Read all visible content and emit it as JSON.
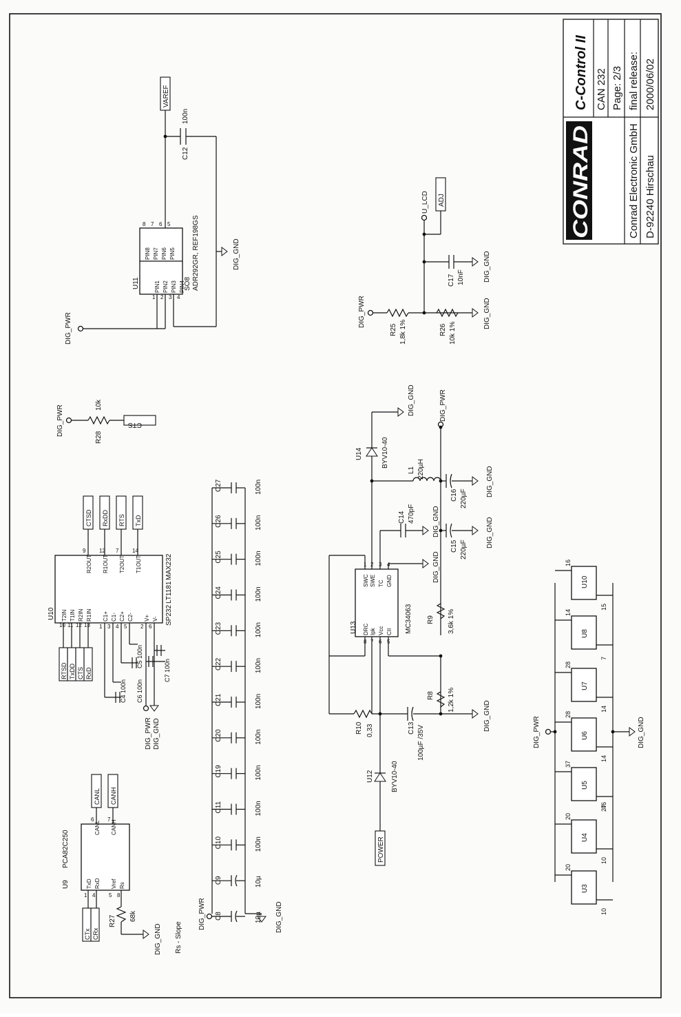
{
  "title_block": {
    "product": "C-Control II",
    "module": "CAN 232",
    "page": "Page: 2/3",
    "release_label": "final release:",
    "release_date": "2000/06/02",
    "brand": "CONRAD",
    "company": "Conrad Electronic GmbH",
    "address": "D-92240 Hirschau"
  },
  "nets": {
    "pwr": "DIG_PWR",
    "gnd": "DIG_GND",
    "ulcd": "U_LCD",
    "vref": "VAREF",
    "adj": "ADJ",
    "cts": "CTS",
    "power": "POWER"
  },
  "u11": {
    "ref": "U11",
    "package": "SO8",
    "part": "ADR292GR, REF198GS",
    "pins_left": [
      "PIN1",
      "PIN2",
      "PIN3",
      "PIN4"
    ],
    "pins_right": [
      "PIN8",
      "PIN7",
      "PIN6",
      "PIN5"
    ],
    "nums_left": [
      "1",
      "2",
      "3",
      "4"
    ],
    "nums_right": [
      "8",
      "7",
      "6",
      "5"
    ],
    "c12_ref": "C12",
    "c12_val": "100n"
  },
  "lcd_adj": {
    "r25_ref": "R25",
    "r25_val": "1,8k 1%",
    "r26_ref": "R26",
    "r26_val": "10k 1%",
    "c17_ref": "C17",
    "c17_val": "10nF"
  },
  "r28": {
    "ref": "R28",
    "val": "10k"
  },
  "u10": {
    "ref": "U10",
    "part1": "SP232",
    "part2": "LT1181",
    "part3": "MAX232",
    "in_pins": [
      "T2IN",
      "T1IN",
      "R2IN",
      "R1IN"
    ],
    "in_nums": [
      "10",
      "11",
      "12",
      "13"
    ],
    "in_labels": [
      "RTSD",
      "TxDD",
      "CTS",
      "RxD"
    ],
    "cap_pins": [
      "C1+",
      "C1-",
      "C2+",
      "C2-"
    ],
    "cap_nums": [
      "1",
      "3",
      "4",
      "5"
    ],
    "pwr_pins": [
      "V+",
      "V-"
    ],
    "pwr_nums": [
      "2",
      "6"
    ],
    "out_pins": [
      "R2OUT",
      "R1OUT",
      "T2OUT",
      "T1OUT"
    ],
    "out_nums": [
      "9",
      "12",
      "7",
      "14"
    ],
    "out_labels": [
      "CTSD",
      "RxDD",
      "RTS",
      "TxD"
    ],
    "caps": [
      "C4 100n",
      "C5 100n",
      "C6 100n",
      "C7 100n"
    ]
  },
  "u9": {
    "ref": "U9",
    "part": "PCA82C250",
    "pins_left": [
      "TxD",
      "RxD",
      "Vref",
      "Rs"
    ],
    "nums_left": [
      "1",
      "4",
      "5",
      "8"
    ],
    "pins_right": [
      "CANL",
      "CANH"
    ],
    "nums_right": [
      "6",
      "7"
    ],
    "in_labels": [
      "CTx",
      "CRx"
    ],
    "out_labels": [
      "CANL",
      "CANH"
    ],
    "r27_ref": "R27",
    "r27_val": "68k",
    "note": "Rs - Slope"
  },
  "decoupling": {
    "refs": [
      "C8",
      "C9",
      "C10",
      "C11",
      "C19",
      "C20",
      "C21",
      "C22",
      "C23",
      "C24",
      "C25",
      "C26",
      "C27"
    ],
    "vals": [
      "10µ",
      "10µ",
      "100n",
      "100n",
      "100n",
      "100n",
      "100n",
      "100n",
      "100n",
      "100n",
      "100n",
      "100n",
      "100n"
    ]
  },
  "u13": {
    "ref": "U13",
    "part": "MC34063",
    "pins_top": [
      "SWC",
      "SWE",
      "TC",
      "GND"
    ],
    "nums_top": [
      "1",
      "2",
      "3",
      "4"
    ],
    "pins_bot": [
      "DRC",
      "Ipk",
      "Vcc",
      "CII"
    ],
    "nums_bot": [
      "8",
      "7",
      "6",
      "5"
    ],
    "u14_ref": "U14",
    "u14_part": "BYV10-40",
    "u12_ref": "U12",
    "u12_part": "BYV10-40",
    "l1_ref": "L1",
    "l1_val": "220µH",
    "c14_ref": "C14",
    "c14_val": "470pF",
    "c15_ref": "C15",
    "c15_val": "220µF",
    "c16_ref": "C16",
    "c16_val": "220µF",
    "c13_ref": "C13",
    "c13_val": "100µF /35V",
    "r9_ref": "R9",
    "r9_val": "3,6k 1%",
    "r8_ref": "R8",
    "r8_val": "1,2k 1%",
    "r10_ref": "R10",
    "r10_val": "0,33"
  },
  "sockets": {
    "units": [
      "U3",
      "U4",
      "U5",
      "U6",
      "U7",
      "U8",
      "U10"
    ],
    "top_pins": [
      "20",
      "20",
      "37",
      "28",
      "28",
      "14",
      "16"
    ],
    "bot_pins": [
      "10",
      "10",
      "27",
      "14",
      "14",
      "7",
      "15"
    ],
    "extra_pin": "46"
  }
}
